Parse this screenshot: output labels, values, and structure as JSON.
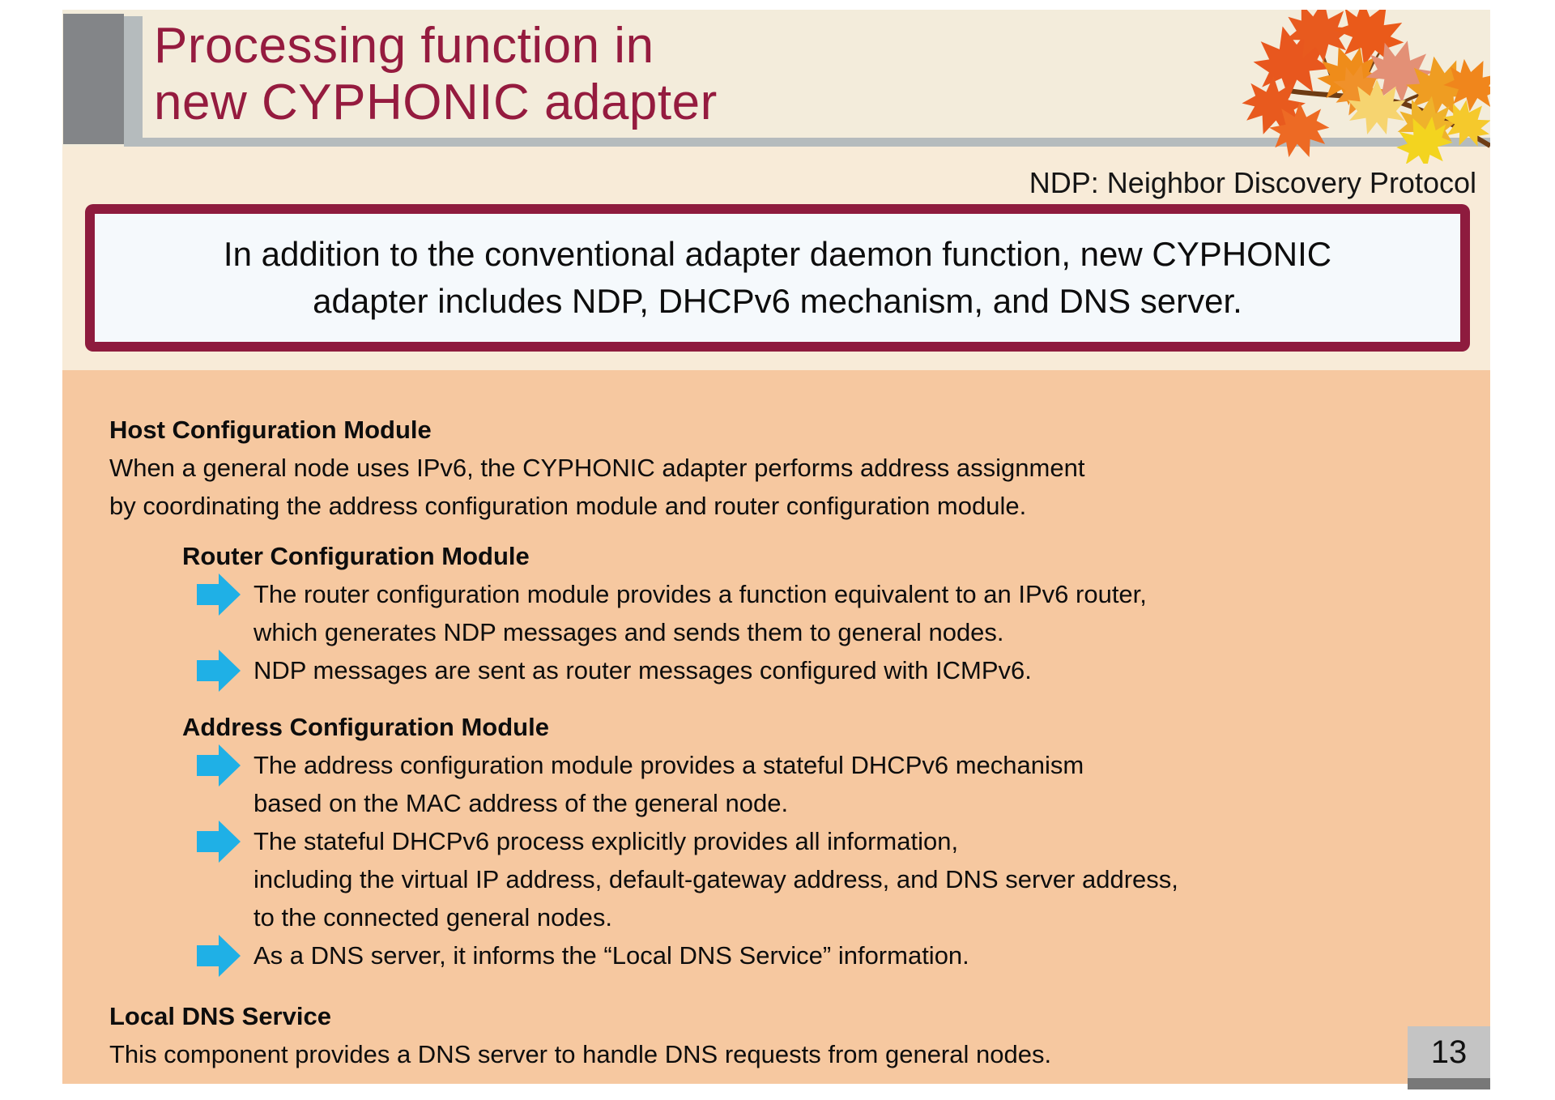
{
  "slide": {
    "title": "Processing function in\nnew CYPHONIC adapter",
    "note": "NDP: Neighbor Discovery Protocol",
    "highlight_box": "In addition to the conventional adapter daemon function, new CYPHONIC\nadapter includes NDP, DHCPv6 mechanism, and DNS server.",
    "sections": {
      "host": {
        "heading": "Host Configuration Module",
        "body": "When a general node uses IPv6, the CYPHONIC adapter performs address assignment\nby coordinating the address configuration module and router configuration module."
      },
      "router": {
        "heading": "Router Configuration Module",
        "bullets": [
          "The router configuration module provides a function equivalent to an IPv6 router,\nwhich generates NDP messages and sends them to general nodes.",
          "NDP messages are sent as router messages configured with ICMPv6."
        ]
      },
      "address": {
        "heading": "Address Configuration Module",
        "bullets": [
          "The address configuration module provides a stateful DHCPv6 mechanism\nbased on the MAC address of the general node.",
          "The stateful DHCPv6 process explicitly provides all information,\nincluding the virtual IP address, default-gateway address, and DNS server address,\nto the connected general nodes.",
          "As a DNS server, it informs the “Local DNS Service” information."
        ]
      },
      "local_dns": {
        "heading": "Local DNS Service",
        "body": "This component provides a DNS server to handle DNS requests from general nodes."
      }
    },
    "page_number": "13",
    "icons": {
      "bullet_icon": "right-arrow-icon",
      "decoration": "maple-leaves-decoration"
    },
    "colors": {
      "title_text": "#951B3F",
      "box_border": "#8E1B3E",
      "box_bg": "#F5F9FC",
      "slide_bg": "#F3ECDB",
      "band_bg": "#F8EBD8",
      "content_bg": "#F6C8A0",
      "divider_gray": "#B5BBBD",
      "accent_gray": "#838588",
      "arrow_cyan": "#1FB0E6",
      "page_box_gray": "#C4C4C4",
      "page_strip_gray": "#787878",
      "leaf_red_orange": "#E8571E",
      "leaf_orange": "#EF8C1A",
      "leaf_gold": "#EFB22B",
      "leaf_yellow": "#F3D41F",
      "leaf_salmon": "#E39076",
      "branch_brown": "#6E3C14"
    }
  }
}
